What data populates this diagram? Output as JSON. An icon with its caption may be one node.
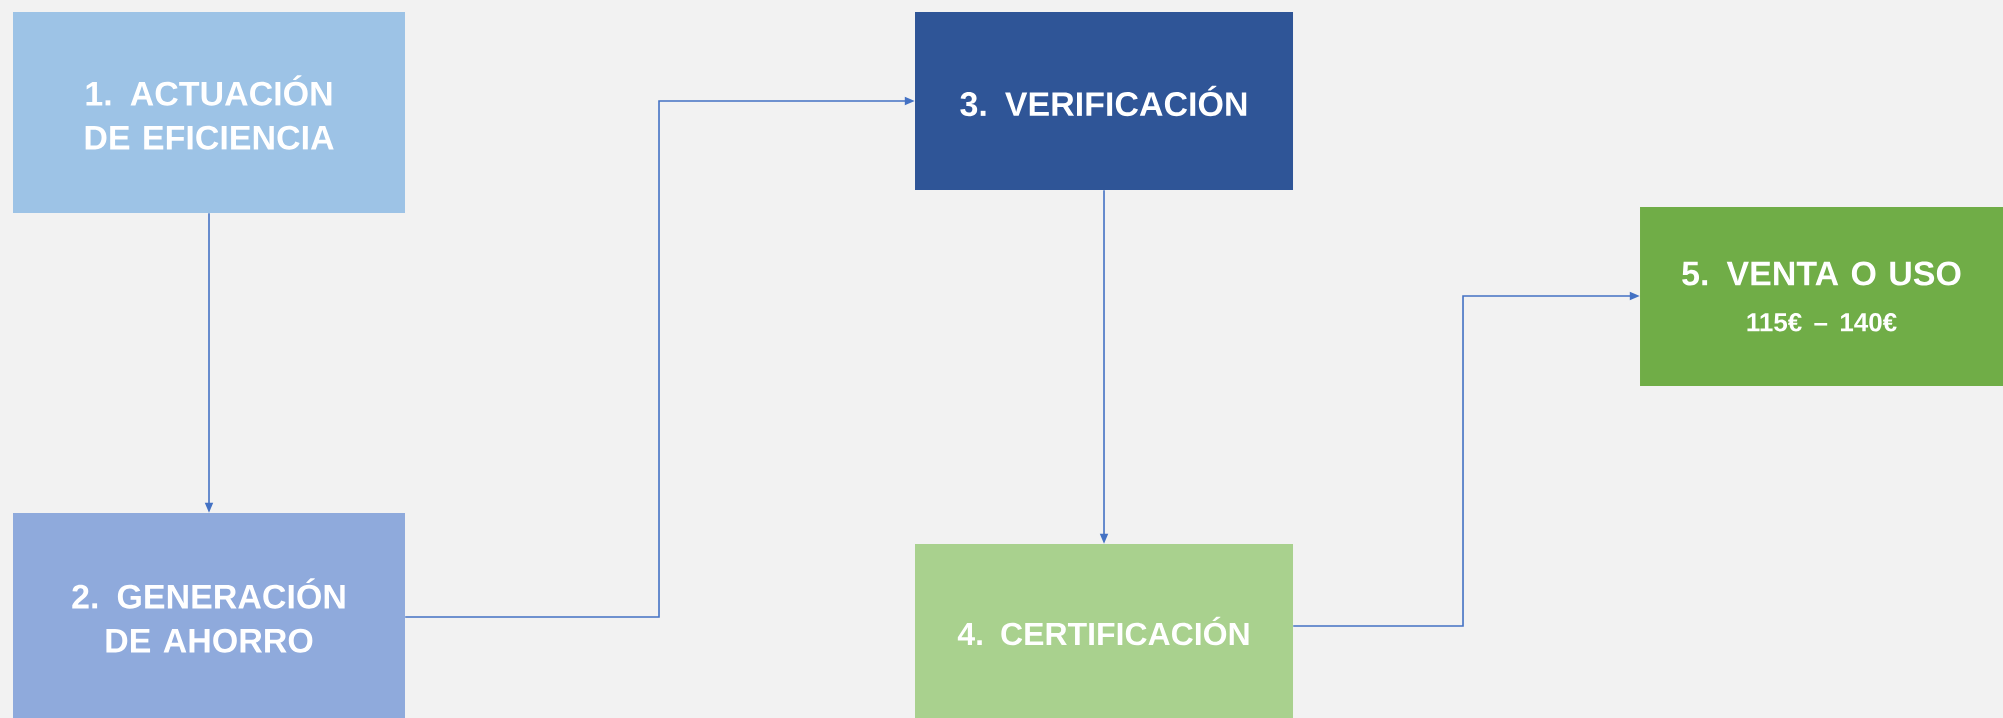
{
  "diagram": {
    "nodes": [
      {
        "text": [
          "1. ACTUACIÓN DE EFICIENCIA"
        ]
      },
      {
        "text": [
          "2. GENERACIÓN DE AHORRO"
        ]
      },
      {
        "text": [
          "3. VERIFICACIÓN"
        ]
      },
      {
        "text": [
          "4. CERTIFICACIÓN"
        ]
      },
      {
        "text": [
          "5. VENTA O USO",
          "115€ – 140€"
        ]
      }
    ],
    "edges": [
      {
        "from": 0,
        "to": 1,
        "arrow": "to"
      },
      {
        "from": 1,
        "to": 2,
        "arrow": "to"
      },
      {
        "from": 2,
        "to": 3,
        "arrow": "to"
      },
      {
        "from": 3,
        "to": 4,
        "arrow": "to"
      }
    ]
  }
}
